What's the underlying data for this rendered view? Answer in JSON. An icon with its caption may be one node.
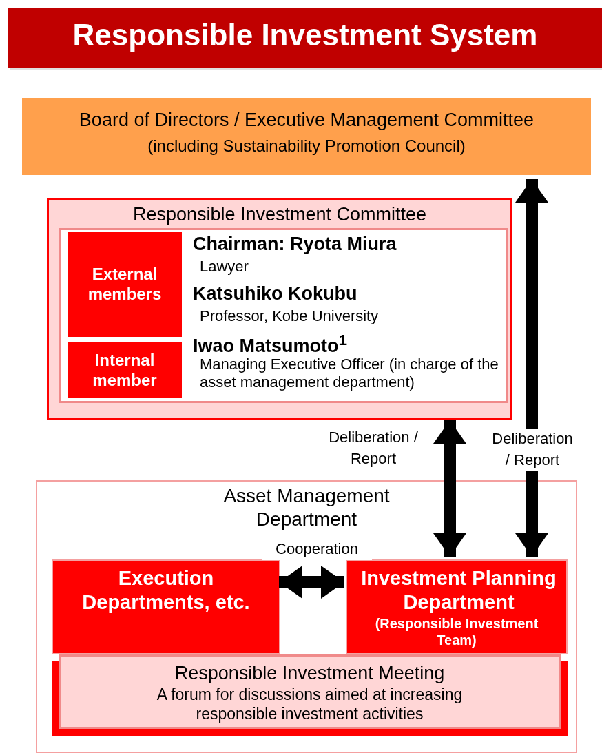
{
  "diagram": {
    "title": "Responsible Investment System",
    "nodes": [
      {
        "text": [
          "Board of Directors / Executive Management Committee",
          "(including Sustainability Promotion Council)"
        ]
      },
      {
        "text": [
          "Responsible Investment Committee"
        ]
      },
      {
        "text": [],
        "shape": "box",
        "in": 1
      },
      {
        "text": [
          "External members"
        ],
        "in": 2,
        "beside": [
          "Chairman: Ryota Miura",
          "Lawyer",
          "Katsuhiko Kokubu",
          "Professor, Kobe University"
        ]
      },
      {
        "text": [
          "Internal member"
        ],
        "in": 2,
        "beside": [
          "Iwao Matsumoto$^{1}$",
          "Managing Executive Officer (in charge of the asset management department)"
        ]
      },
      {
        "text": [
          "Asset Management Department"
        ]
      },
      {
        "text": [
          "Execution Departments, etc."
        ],
        "in": 5
      },
      {
        "text": [
          "Investment Planning Department",
          "(Responsible Investment Team)"
        ],
        "in": 5
      },
      {
        "text": [
          "Responsible Investment Meeting",
          "A forum for discussions aimed at increasing responsible investment activities"
        ],
        "in": 5
      }
    ],
    "edges": [
      {
        "from": 0,
        "to": 7,
        "arrow": "both",
        "label": "Deliberation / Report"
      },
      {
        "from": 1,
        "to": 7,
        "arrow": "both",
        "label": "Deliberation / Report"
      },
      {
        "from": 6,
        "to": 7,
        "arrow": "both",
        "label": "Cooperation"
      }
    ]
  }
}
